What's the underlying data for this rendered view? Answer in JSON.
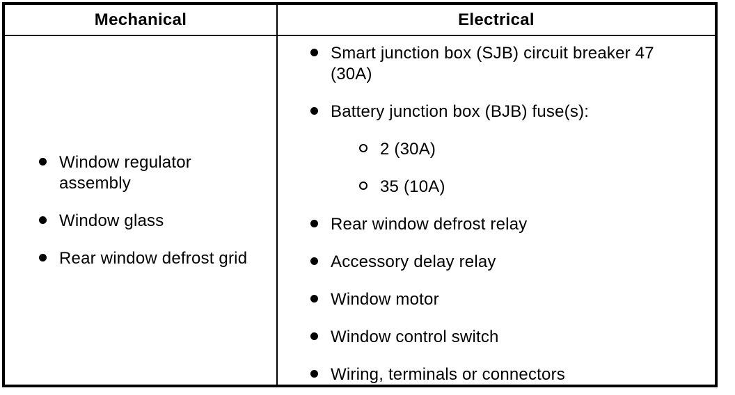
{
  "table": {
    "headers": [
      "Mechanical",
      "Electrical"
    ],
    "columns": [
      {
        "header": "Mechanical",
        "items": [
          {
            "level": 1,
            "text": "Window regulator assembly"
          },
          {
            "level": 1,
            "text": "Window glass"
          },
          {
            "level": 1,
            "text": "Rear window defrost grid"
          }
        ]
      },
      {
        "header": "Electrical",
        "items": [
          {
            "level": 1,
            "text": "Smart junction box (SJB) circuit breaker 47 (30A)"
          },
          {
            "level": 1,
            "text": "Battery junction box (BJB) fuse(s):"
          },
          {
            "level": 2,
            "text": "2 (30A)"
          },
          {
            "level": 2,
            "text": "35 (10A)"
          },
          {
            "level": 1,
            "text": "Rear window defrost relay"
          },
          {
            "level": 1,
            "text": "Accessory delay relay"
          },
          {
            "level": 1,
            "text": "Window motor"
          },
          {
            "level": 1,
            "text": "Window control switch"
          },
          {
            "level": 1,
            "text": "Wiring, terminals or connectors"
          }
        ]
      }
    ],
    "bullets": {
      "level1": "filled-circle",
      "level2": "open-circle"
    },
    "colors": {
      "border": "#000000",
      "background": "#ffffff",
      "text": "#000000"
    }
  }
}
